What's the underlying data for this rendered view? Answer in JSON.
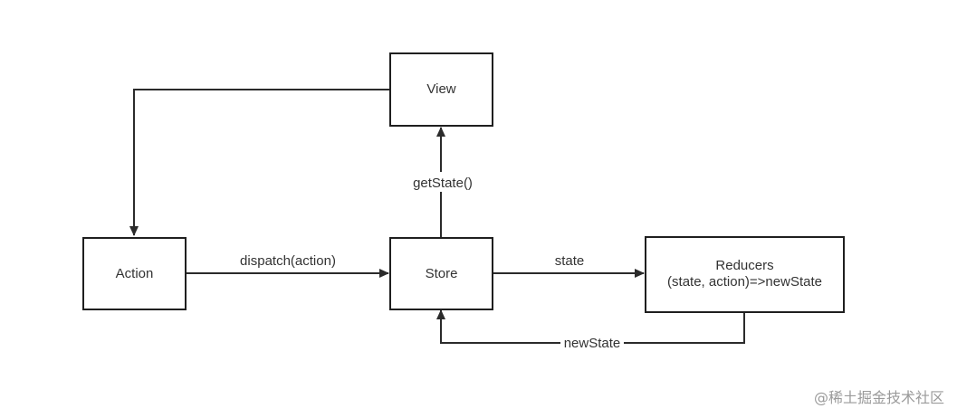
{
  "nodes": {
    "view": {
      "label": "View"
    },
    "action": {
      "label": "Action"
    },
    "store": {
      "label": "Store"
    },
    "reducers": {
      "label": "Reducers",
      "sublabel": "(state, action)=>newState"
    }
  },
  "edges": {
    "dispatch": {
      "label": "dispatch(action)"
    },
    "state": {
      "label": "state"
    },
    "getstate": {
      "label": "getState()"
    },
    "newstate": {
      "label": "newState"
    }
  },
  "watermark": {
    "text": "@稀土掘金技术社区"
  }
}
